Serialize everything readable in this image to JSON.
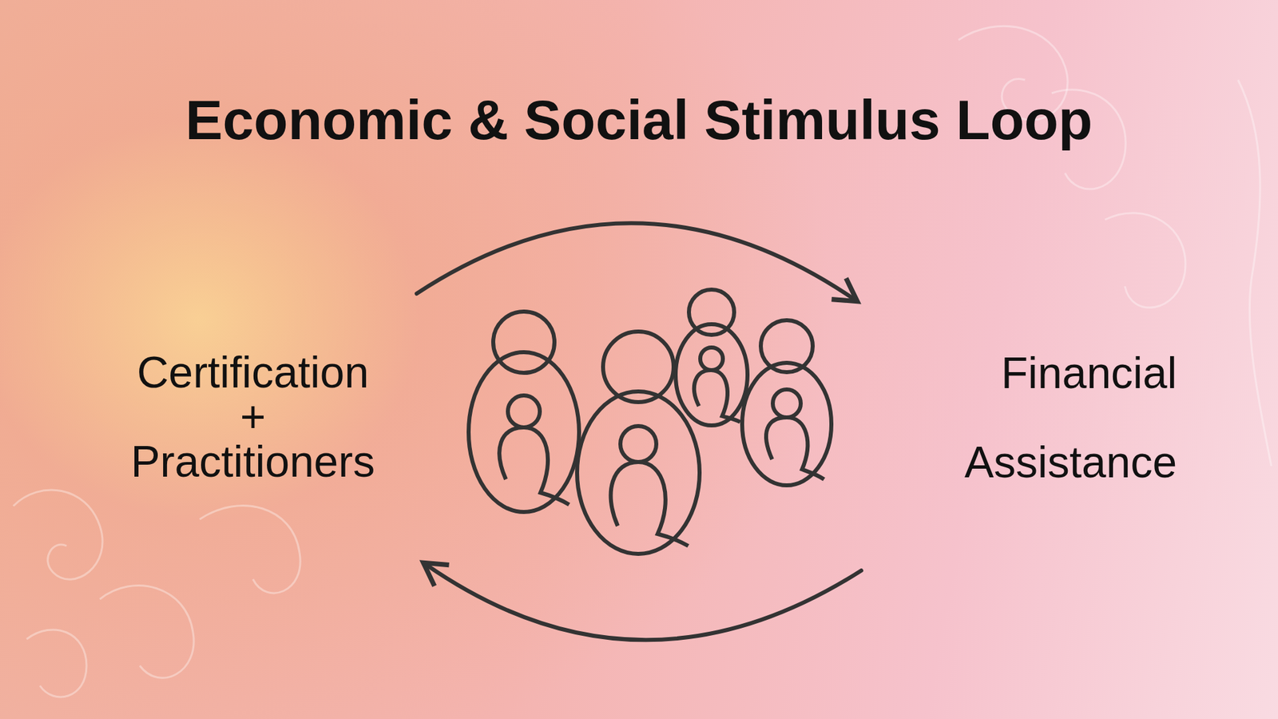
{
  "diagram": {
    "title": "Economic & Social Stimulus Loop",
    "labels": [
      "Certification + Practitioners",
      "Financial Assistance"
    ]
  }
}
